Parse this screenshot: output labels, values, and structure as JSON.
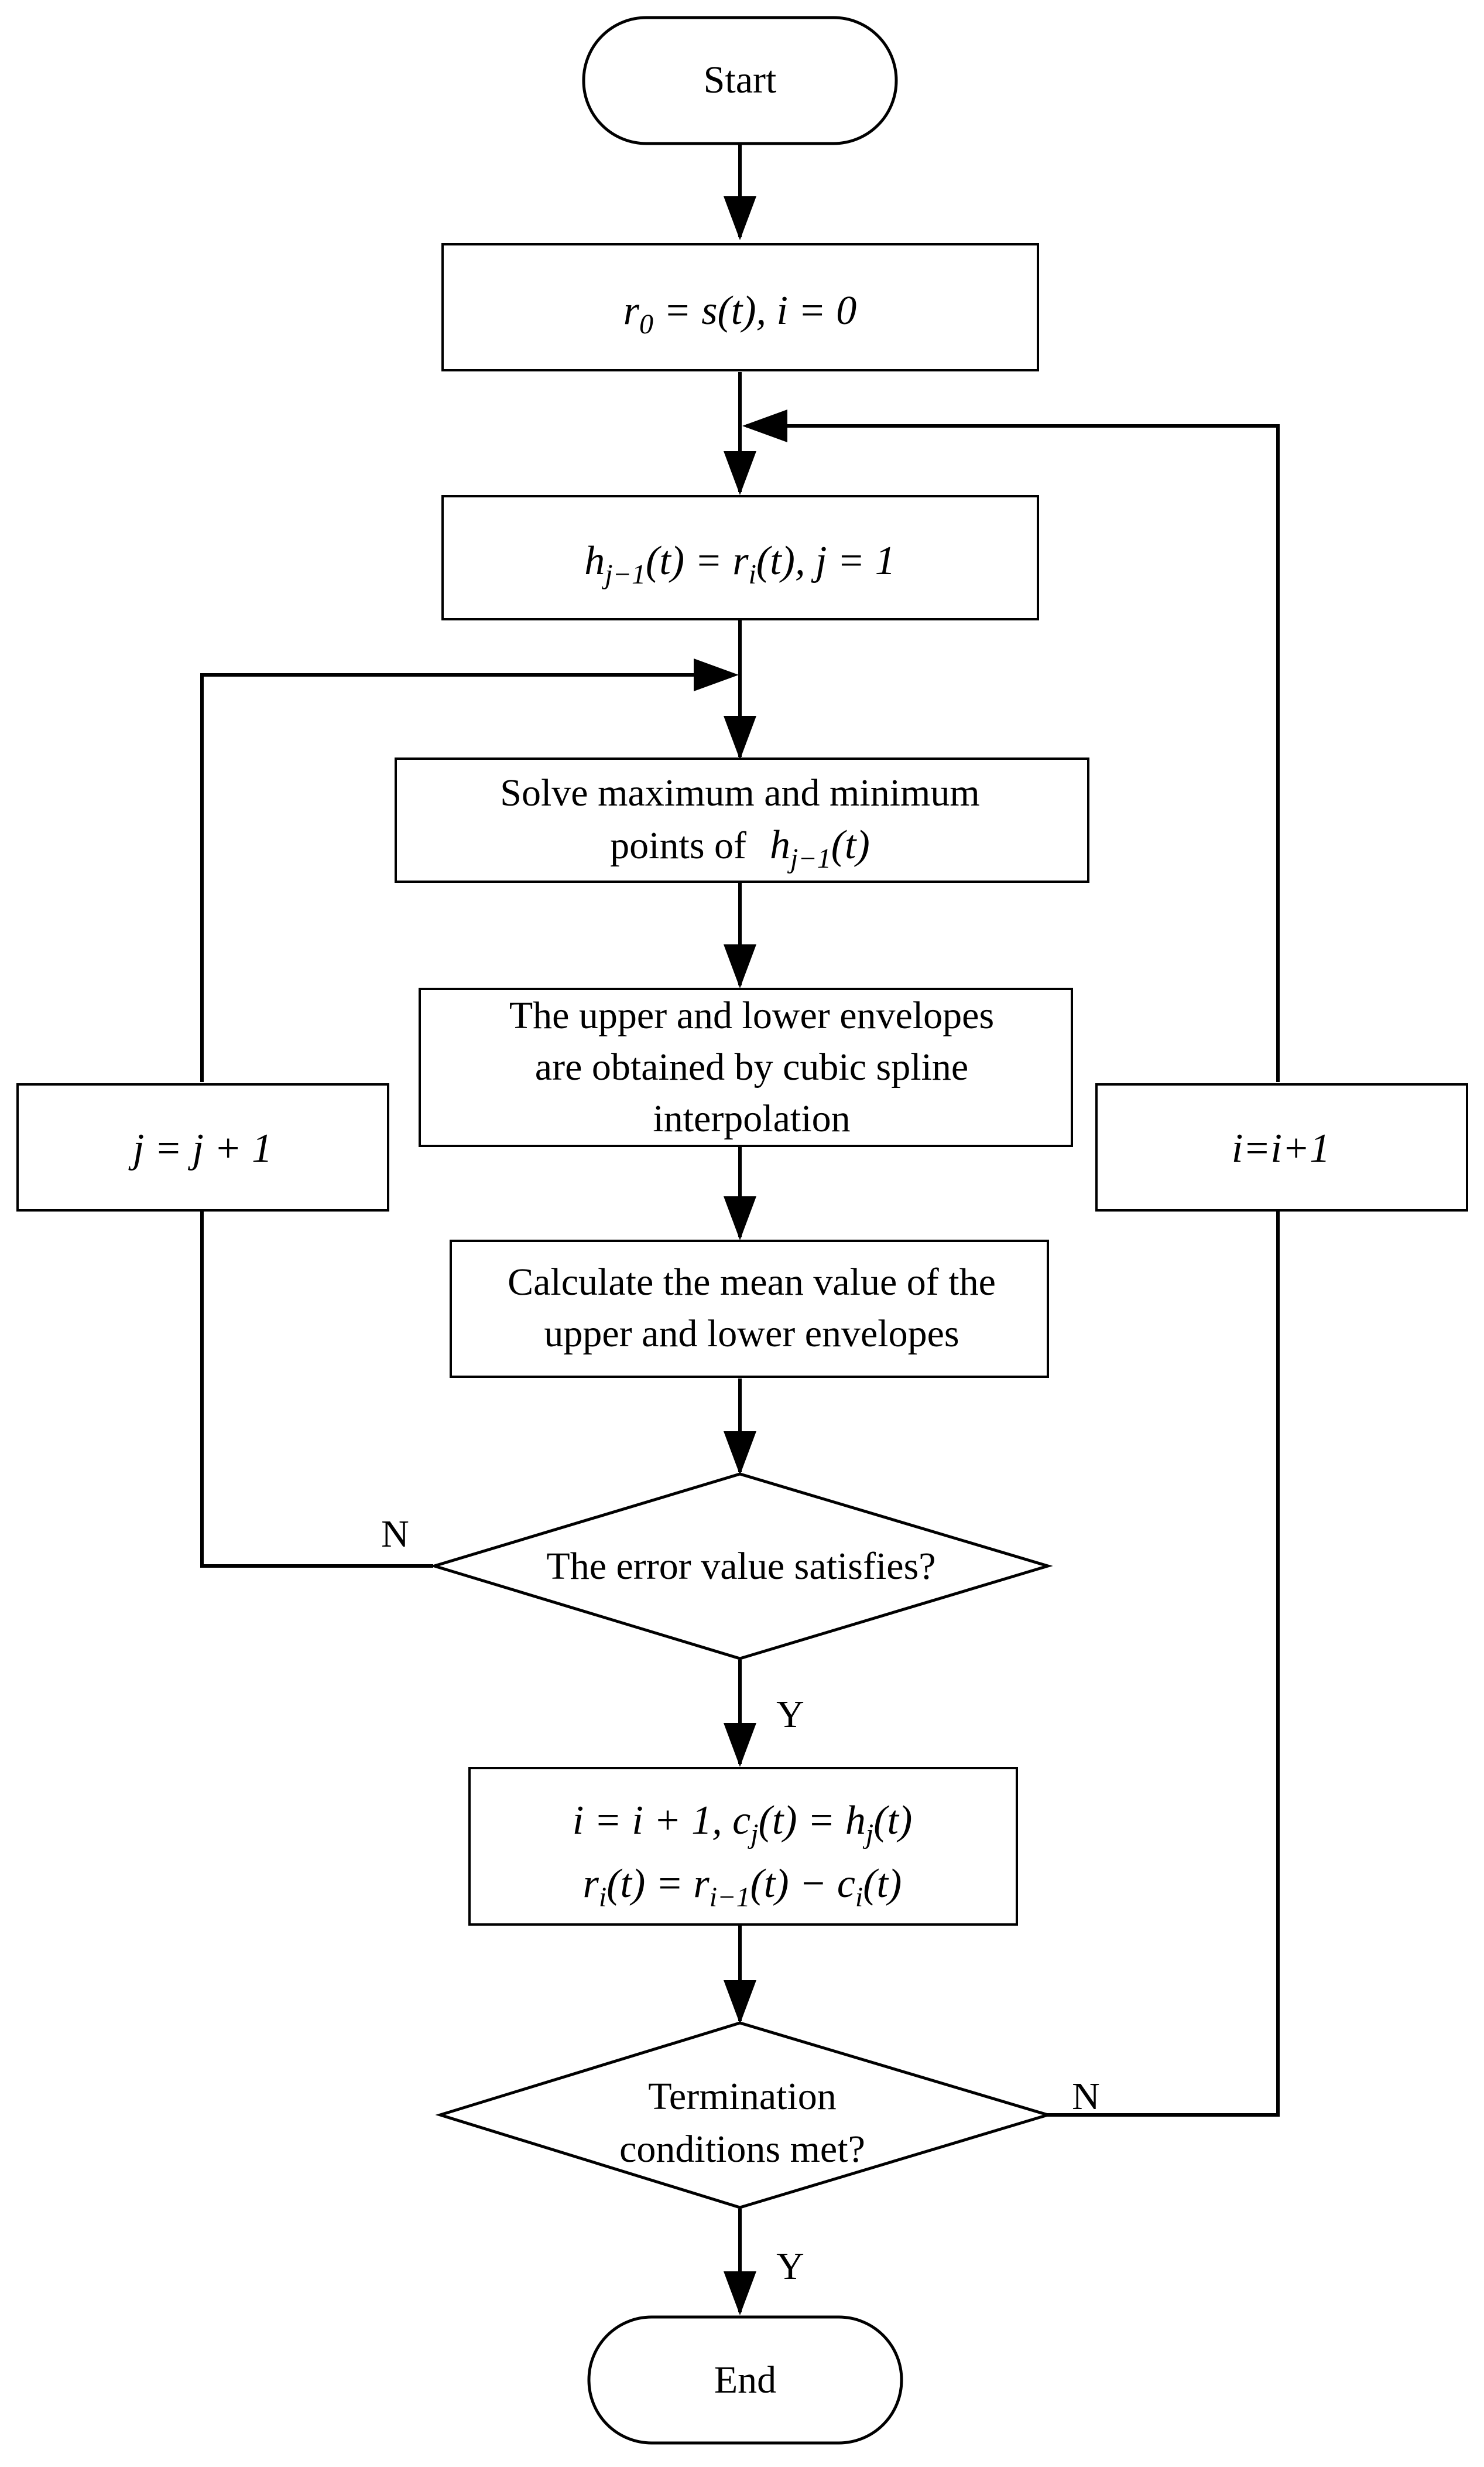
{
  "nodes": {
    "start": "Start",
    "init": {
      "r": "r",
      "r_sub": "0",
      "rest": " = s(t), i = 0"
    },
    "h_init": {
      "h": "h",
      "h_sub": "j−1",
      "mid": "(t) = r",
      "r_sub": "i",
      "rest": "(t), j = 1"
    },
    "solve": {
      "line1": "Solve  maximum and minimum",
      "line2_text": "points of",
      "h": "h",
      "h_sub": "j−1",
      "h_rest": "(t)"
    },
    "envelopes": {
      "line1": "The upper and lower envelopes",
      "line2": "are obtained by cubic spline",
      "line3": "interpolation"
    },
    "mean": {
      "line1": "Calculate the mean value of the",
      "line2": "upper and lower envelopes"
    },
    "decision1": "The error value satisfies?",
    "update": {
      "l1a": "i = i + 1, c",
      "l1_csub": "j",
      "l1b": "(t) = h",
      "l1_hsub": "j",
      "l1c": "(t)",
      "l2a": "r",
      "l2_rsub": "i",
      "l2b": "(t) = r",
      "l2_rsub2": "i−1",
      "l2c": "(t) − c",
      "l2_csub": "i",
      "l2d": "(t)"
    },
    "decision2": {
      "line1": "Termination",
      "line2": "conditions met?"
    },
    "end": "End",
    "j_update": "j = j + 1",
    "i_update": "i=i+1"
  },
  "edge_labels": {
    "no_error": "N",
    "yes_error": "Y",
    "no_term": "N",
    "yes_term": "Y"
  }
}
